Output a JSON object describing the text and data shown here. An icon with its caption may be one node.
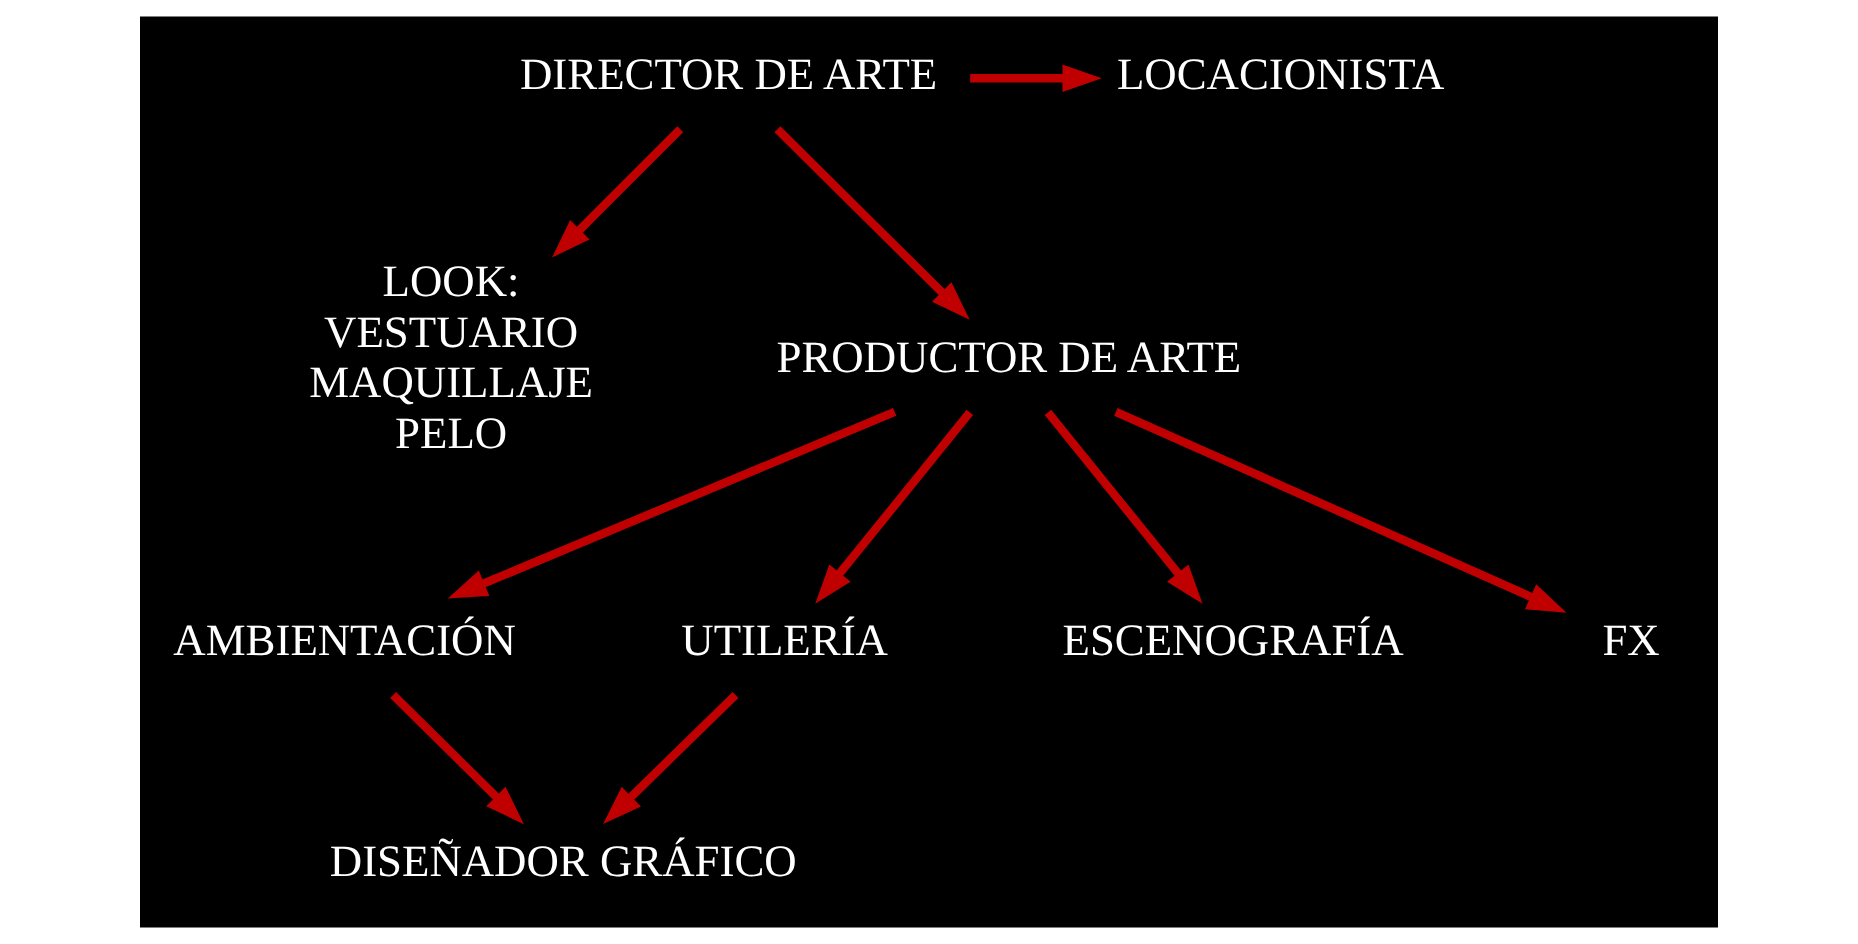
{
  "diagram": {
    "nodes": [
      {
        "text": [
          "LOCACIONISTA"
        ]
      },
      {
        "text": [
          "DIRECTOR DE ARTE"
        ]
      },
      {
        "text": [
          "LOOK: VESTUARIO MAQUILLAJE PELO"
        ]
      },
      {
        "text": [
          "PRODUCTOR DE ARTE"
        ]
      },
      {
        "text": [
          "AMBIENTACIÓN"
        ]
      },
      {
        "text": [
          "UTILERÍA"
        ]
      },
      {
        "text": [
          "ESCENOGRAFÍA"
        ]
      },
      {
        "text": [
          "FX"
        ]
      },
      {
        "text": [
          "DISEÑADOR GRÁFICO"
        ]
      }
    ],
    "edges": [
      {
        "from": 1,
        "to": 0,
        "arrow": "to"
      },
      {
        "from": 1,
        "to": 2,
        "arrow": "to"
      },
      {
        "from": 1,
        "to": 3,
        "arrow": "to"
      },
      {
        "from": 3,
        "to": 4,
        "arrow": "to"
      },
      {
        "from": 3,
        "to": 5,
        "arrow": "to"
      },
      {
        "from": 3,
        "to": 6,
        "arrow": "to"
      },
      {
        "from": 3,
        "to": 7,
        "arrow": "to"
      },
      {
        "from": 4,
        "to": 8,
        "arrow": "to"
      },
      {
        "from": 5,
        "to": 8,
        "arrow": "to"
      }
    ]
  }
}
